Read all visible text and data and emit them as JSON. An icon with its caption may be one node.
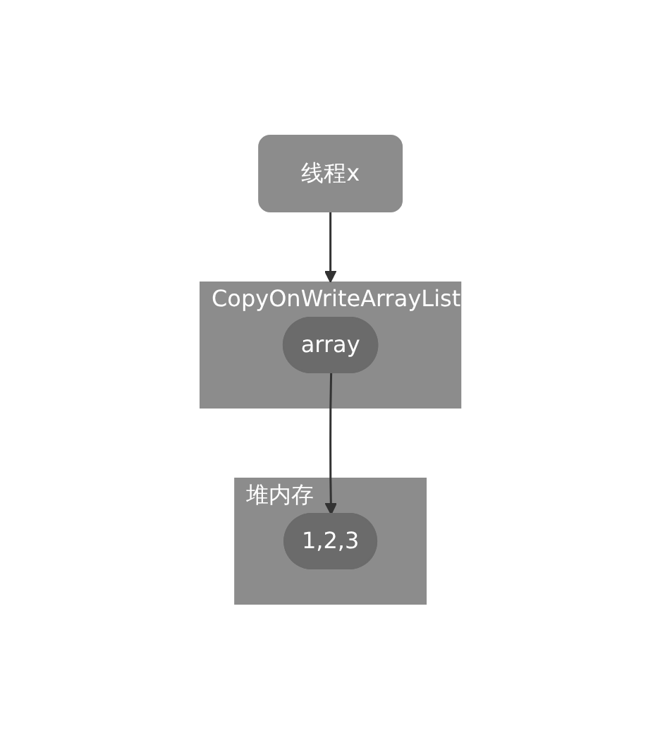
{
  "diagram": {
    "nodes": [
      {
        "text": [
          "线程x"
        ]
      },
      {
        "text": [
          "CopyOnWriteArrayList"
        ]
      },
      {
        "text": [
          "array"
        ],
        "in": 1
      },
      {
        "text": [
          "堆内存"
        ]
      },
      {
        "text": [
          "1,2,3"
        ],
        "in": 3
      }
    ],
    "edges": [
      {
        "from": 0,
        "to": 1,
        "arrow": "to"
      },
      {
        "from": 2,
        "to": 4,
        "arrow": "to"
      }
    ]
  }
}
